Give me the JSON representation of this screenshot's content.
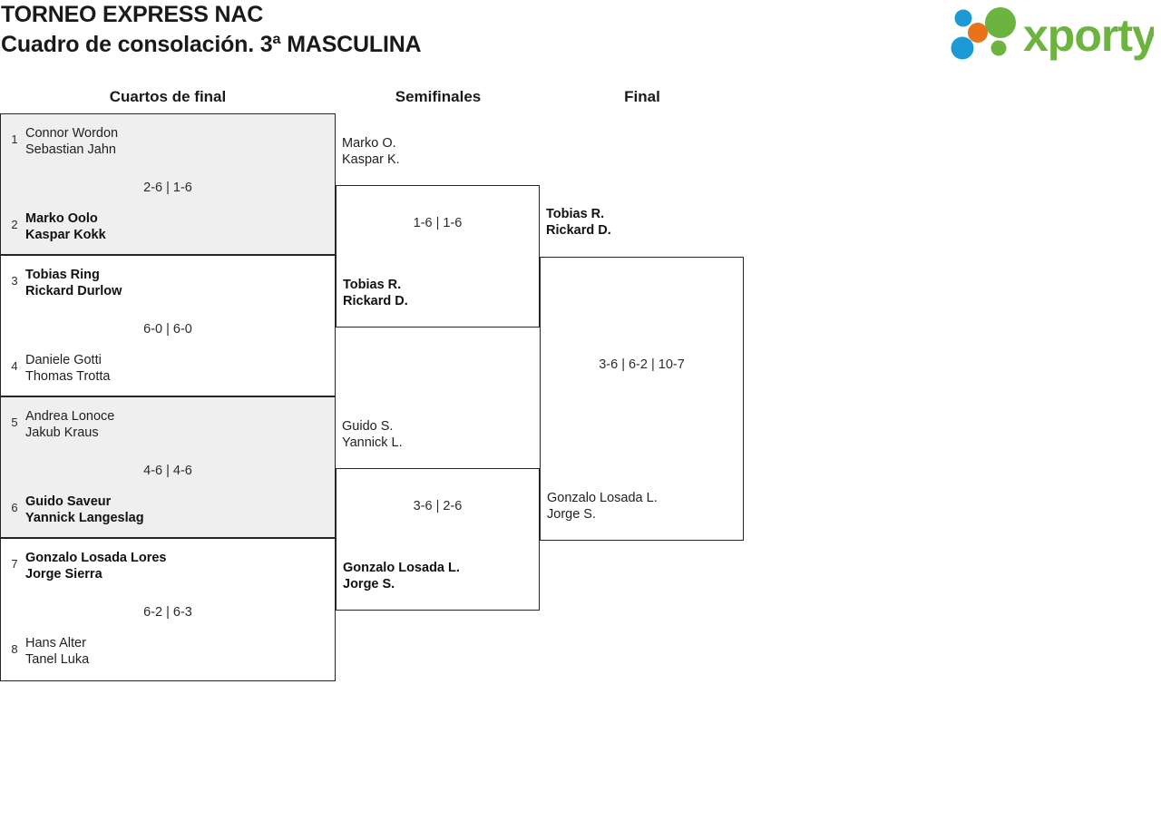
{
  "header": {
    "tournament_title": "TORNEO EXPRESS NAC",
    "subtitle": "Cuadro de consolación. 3ª MASCULINA",
    "logo": {
      "wordmark": "xporty",
      "colors": {
        "green": "#6cb33f",
        "orange": "#e8731b",
        "blue": "#1b9ad6"
      }
    }
  },
  "rounds": [
    {
      "label": "Cuartos de final"
    },
    {
      "label": "Semifinales"
    },
    {
      "label": "Final"
    }
  ],
  "bracket": {
    "quarterfinals": [
      {
        "shaded": true,
        "top": {
          "seed": "1",
          "p1": "Connor Wordon",
          "p2": "Sebastian Jahn",
          "winner": false
        },
        "bottom": {
          "seed": "2",
          "p1": "Marko Oolo",
          "p2": "Kaspar Kokk",
          "winner": true
        },
        "score": "2-6 | 1-6"
      },
      {
        "shaded": false,
        "top": {
          "seed": "3",
          "p1": "Tobias Ring",
          "p2": "Rickard Durlow",
          "winner": true
        },
        "bottom": {
          "seed": "4",
          "p1": "Daniele Gotti",
          "p2": "Thomas Trotta",
          "winner": false
        },
        "score": "6-0 | 6-0"
      },
      {
        "shaded": true,
        "top": {
          "seed": "5",
          "p1": "Andrea Lonoce",
          "p2": "Jakub Kraus",
          "winner": false
        },
        "bottom": {
          "seed": "6",
          "p1": "Guido Saveur",
          "p2": "Yannick Langeslag",
          "winner": true
        },
        "score": "4-6 | 4-6"
      },
      {
        "shaded": false,
        "top": {
          "seed": "7",
          "p1": "Gonzalo Losada Lores",
          "p2": "Jorge Sierra",
          "winner": true
        },
        "bottom": {
          "seed": "8",
          "p1": "Hans Alter",
          "p2": "Tanel Luka",
          "winner": false
        },
        "score": "6-2 | 6-3"
      }
    ],
    "semifinals": [
      {
        "top": {
          "p1": "Marko O.",
          "p2": "Kaspar K.",
          "winner": false
        },
        "bottom": {
          "p1": "Tobias R.",
          "p2": "Rickard D.",
          "winner": true
        },
        "score": "1-6 | 1-6"
      },
      {
        "top": {
          "p1": "Guido S.",
          "p2": "Yannick L.",
          "winner": false
        },
        "bottom": {
          "p1": "Gonzalo Losada L.",
          "p2": "Jorge S.",
          "winner": true
        },
        "score": "3-6 | 2-6"
      }
    ],
    "final": [
      {
        "top": {
          "p1": "Tobias R.",
          "p2": "Rickard D.",
          "winner": true
        },
        "bottom": {
          "p1": "Gonzalo Losada L.",
          "p2": "Jorge S.",
          "winner": false
        },
        "score": "3-6 | 6-2 | 10-7"
      }
    ]
  }
}
